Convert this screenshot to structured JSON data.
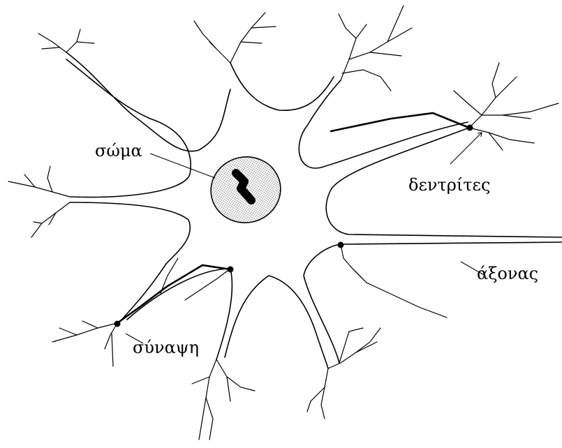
{
  "labels": {
    "soma": "σώμα",
    "dendrites": "δεντρίτες",
    "axon": "άξονας",
    "synapse": "σύναψη"
  },
  "colors": {
    "ink": "#000000",
    "soma_fill": "#dcdcdc",
    "background": "#ffffff"
  }
}
